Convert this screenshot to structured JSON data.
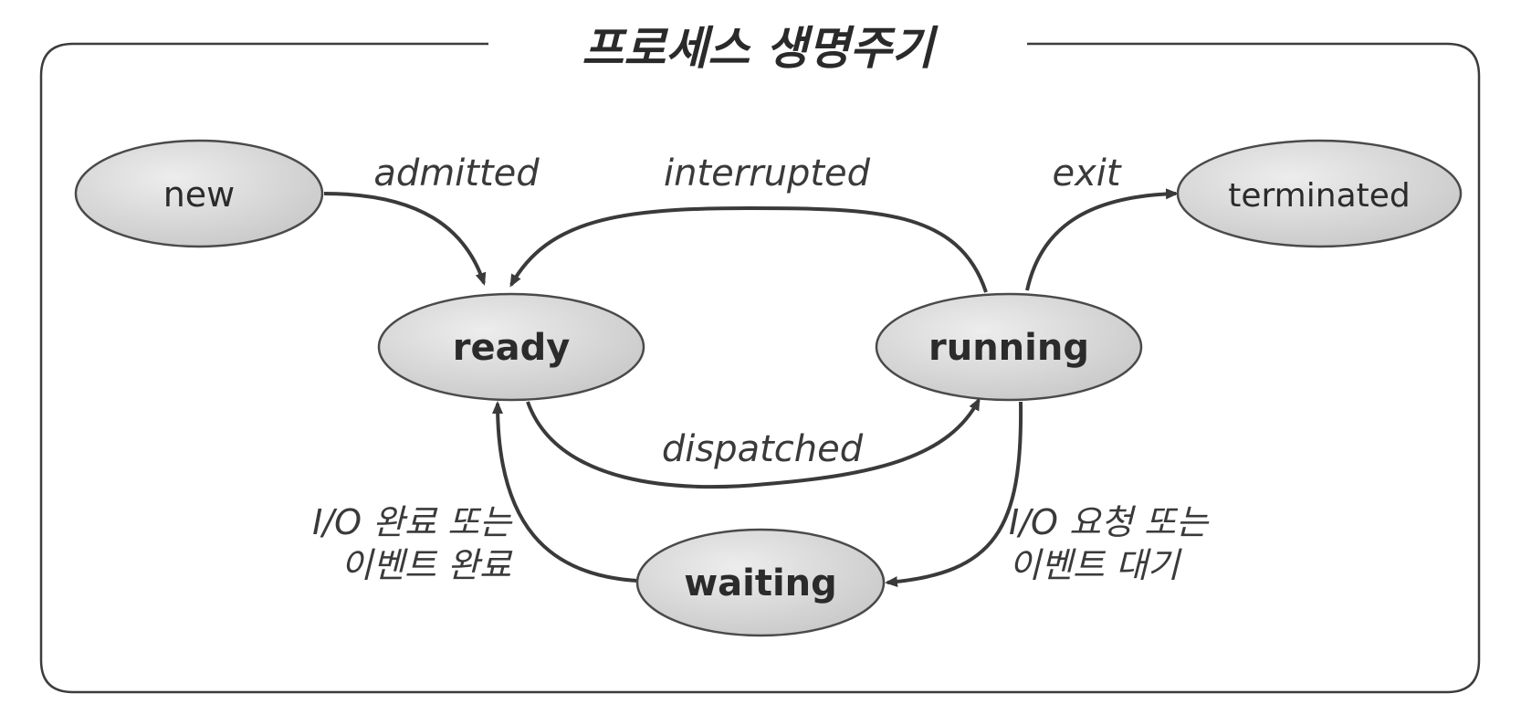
{
  "title": "프로세스 생명주기",
  "nodes": {
    "new": "new",
    "ready": "ready",
    "running": "running",
    "terminated": "terminated",
    "waiting": "waiting"
  },
  "edges": {
    "admitted": "admitted",
    "interrupted": "interrupted",
    "exit": "exit",
    "dispatched": "dispatched",
    "io_complete": [
      "I/O 완료 또는",
      "이벤트 완료"
    ],
    "io_request": [
      "I/O 요청 또는",
      "이벤트 대기"
    ]
  },
  "colors": {
    "frame": "#3c3c3c",
    "node_fill": "#d6d6d6",
    "node_stroke": "#4a4a4a",
    "arrow": "#3a3a3a"
  }
}
